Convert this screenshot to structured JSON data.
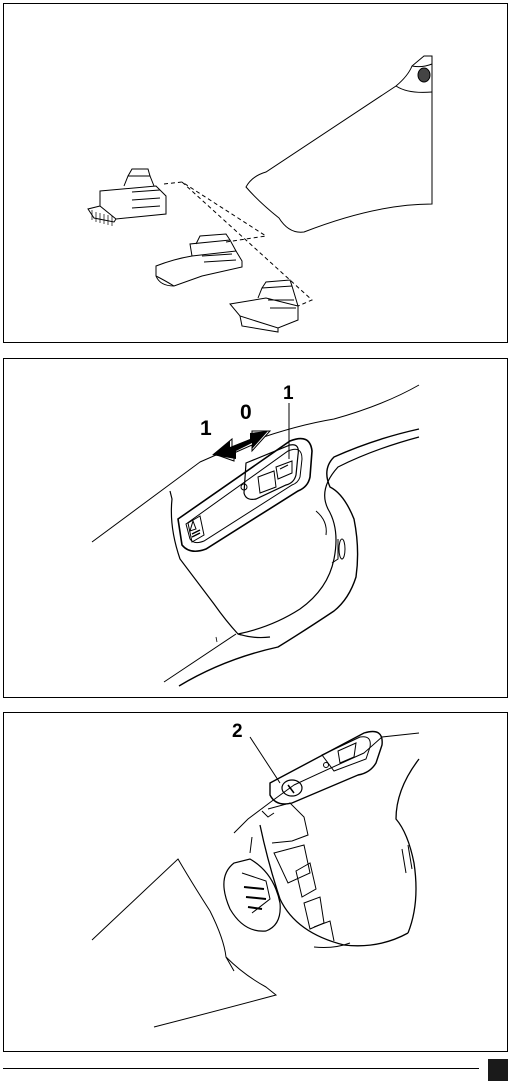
{
  "figure_2": {
    "labels": {
      "pos_on": "1",
      "pos_off": "0",
      "switch": "1"
    }
  },
  "figure_3": {
    "labels": {
      "release_button": "2"
    }
  }
}
